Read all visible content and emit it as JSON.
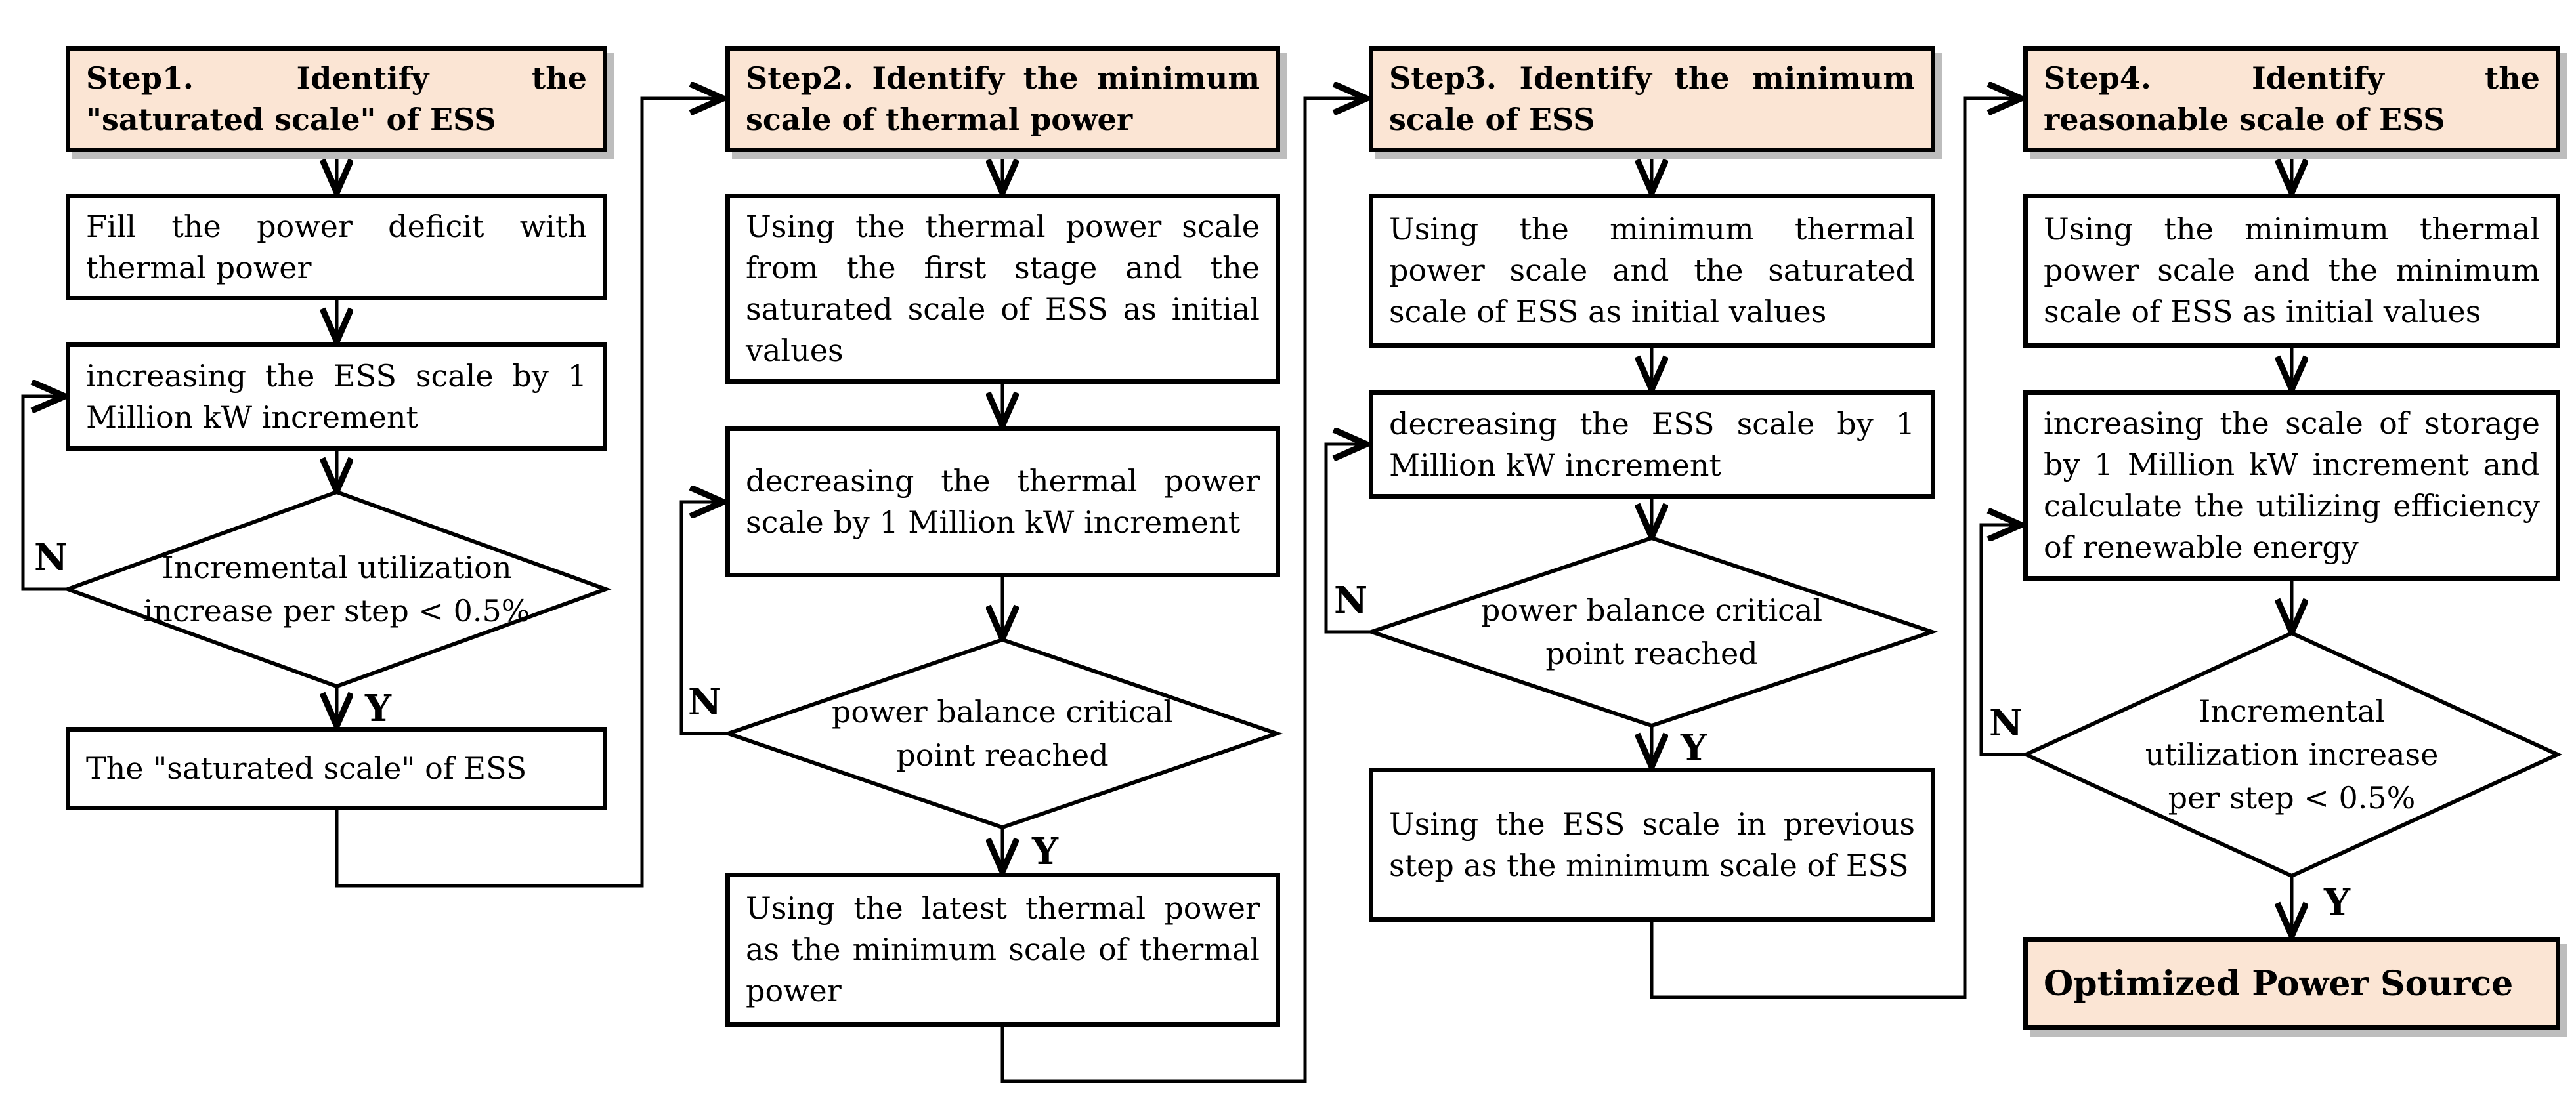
{
  "figure": {
    "type": "flowchart",
    "description": "Four-stage power source optimization procedure"
  },
  "colors": {
    "header_fill": "#fbe5d4",
    "box_fill": "#ffffff",
    "line": "#000000",
    "shadow": "#bdbdbd"
  },
  "columns": [
    {
      "id": "step1",
      "header": "Step1. Identify the \"saturated scale\" of ESS",
      "boxes": [
        "Fill the power deficit with thermal power",
        "increasing the ESS scale by 1 Million kW increment"
      ],
      "diamond": "Incremental utilization increase per step < 0.5%",
      "decision_no": "N",
      "decision_yes": "Y",
      "result": "The \"saturated scale\" of ESS"
    },
    {
      "id": "step2",
      "header": "Step2. Identify the minimum scale of thermal power",
      "boxes": [
        "Using the thermal power scale from the first stage and the saturated scale of ESS as initial values",
        "decreasing the thermal power scale by 1 Million kW increment"
      ],
      "diamond": "power balance critical point reached",
      "decision_no": "N",
      "decision_yes": "Y",
      "result": "Using the latest thermal power as the minimum scale of thermal power"
    },
    {
      "id": "step3",
      "header": "Step3. Identify the minimum scale of ESS",
      "boxes": [
        "Using the minimum thermal power scale and the saturated scale of ESS as initial values",
        "decreasing the ESS scale by 1 Million kW increment"
      ],
      "diamond": "power balance critical point reached",
      "decision_no": "N",
      "decision_yes": "Y",
      "result": "Using the ESS scale in previous step as the minimum scale of ESS"
    },
    {
      "id": "step4",
      "header": "Step4. Identify the reasonable scale of ESS",
      "boxes": [
        "Using the minimum thermal power scale and the minimum scale of ESS as initial values",
        "increasing the scale of storage by 1 Million kW increment and calculate the utilizing efficiency of renewable energy"
      ],
      "diamond": "Incremental utilization increase per step < 0.5%",
      "decision_no": "N",
      "decision_yes": "Y",
      "result": "Optimized Power Source"
    }
  ]
}
